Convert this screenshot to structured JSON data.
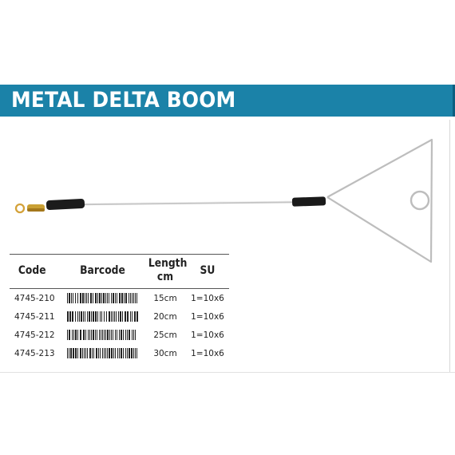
{
  "title": "METAL DELTA BOOM",
  "colors": {
    "accent": "#1b82a8",
    "wire": "#b8b8b8",
    "swivel": "#c9a034",
    "sleeve": "#1a1a1a"
  },
  "table": {
    "headers": {
      "code": "Code",
      "barcode": "Barcode",
      "length_line1": "Length",
      "length_line2": "cm",
      "su": "SU"
    },
    "rows": [
      {
        "code": "4745-210",
        "length": "15cm",
        "su": "1=10x6"
      },
      {
        "code": "4745-211",
        "length": "20cm",
        "su": "1=10x6"
      },
      {
        "code": "4745-212",
        "length": "25cm",
        "su": "1=10x6"
      },
      {
        "code": "4745-213",
        "length": "30cm",
        "su": "1=10x6"
      }
    ]
  }
}
